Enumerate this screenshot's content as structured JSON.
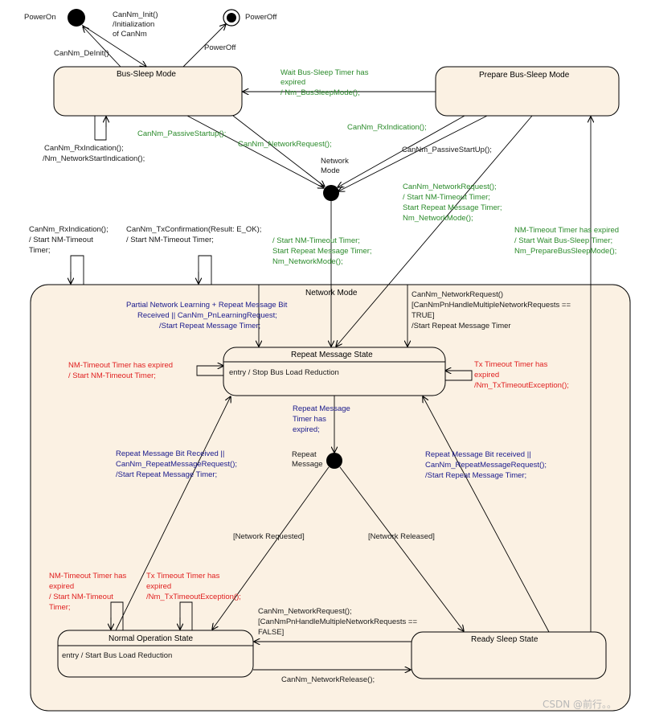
{
  "pseudo_states": {
    "power_on": "PowerOn",
    "power_off": "PowerOff",
    "network_mode_junction": [
      "Network",
      "Mode"
    ],
    "repeat_message_junction": [
      "Repeat",
      "Message"
    ]
  },
  "states": {
    "bus_sleep": "Bus-Sleep Mode",
    "prepare_bus_sleep": "Prepare Bus-Sleep Mode",
    "network_mode": "Network Mode",
    "repeat_message": "Repeat Message State",
    "repeat_message_entry": "entry / Stop Bus Load Reduction",
    "normal_operation": "Normal Operation State",
    "normal_operation_entry": "entry / Start Bus Load Reduction",
    "ready_sleep": "Ready Sleep State"
  },
  "transitions": {
    "init": [
      "CanNm_Init()",
      "/Initialization",
      "of CanNm"
    ],
    "deinit": "CanNm_DeInit()",
    "poweroff": "PowerOff",
    "wait_bus_sleep_expired": [
      "Wait Bus-Sleep Timer has",
      "expired",
      "/ Nm_BusSleepMode();"
    ],
    "bus_sleep_rx": [
      "CanNm_RxIndication();",
      "/Nm_NetworkStartIndication();"
    ],
    "passive_startup_green": "CanNm_PassiveStartup();",
    "network_request_green": "CanNm_NetworkRequest();",
    "prepare_rx": "CanNm_RxIndication();",
    "prepare_passive_startup": "CanNm_PassiveStartUp();",
    "prepare_network_request": [
      "CanNm_NetworkRequest();",
      "/ Start NM-Timeout Timer;",
      "Start Repeat Message Timer;",
      "Nm_NetworkMode();"
    ],
    "junction_to_network": [
      "/ Start NM-Timeout Timer;",
      "Start Repeat Message Timer;",
      "Nm_NetworkMode();"
    ],
    "nm_rx_self": [
      "CanNm_RxIndication();",
      "/ Start NM-Timeout",
      "Timer;"
    ],
    "nm_tx_conf_self": [
      "CanNm_TxConfirmation(Result: E_OK);",
      "/ Start NM-Timeout Timer;"
    ],
    "ready_sleep_nm_timeout": [
      "NM-Timeout Timer has expired",
      "/ Start Wait Bus-Sleep Timer;",
      "Nm_PrepareBusSleepMode();"
    ],
    "partial_network": [
      "Partial Network Learning + Repeat Message Bit",
      "Received || CanNm_PnLearningRequest;",
      "/Start Repeat Message Timer;"
    ],
    "network_request_multi_true": [
      "CanNm_NetworkRequest()",
      "[CanNmPnHandleMultipleNetworkRequests ==",
      "TRUE]",
      "/Start Repeat Message Timer"
    ],
    "repeat_nm_timeout": [
      "NM-Timeout Timer has expired",
      "/ Start NM-Timeout Timer;"
    ],
    "repeat_tx_timeout": [
      "Tx Timeout Timer has",
      "expired",
      "/Nm_TxTimeoutException();"
    ],
    "repeat_timer_expired": [
      "Repeat Message",
      "Timer has",
      "expired;"
    ],
    "normal_to_repeat": [
      "Repeat Message Bit Received ||",
      "CanNm_RepeatMessageRequest();",
      "/Start Repeat Message Timer;"
    ],
    "ready_to_repeat": [
      "Repeat Message Bit received ||",
      "CanNm_RepeatMessageRequest();",
      "/Start Repeat Message Timer;"
    ],
    "guard_requested": "[Network Requested]",
    "guard_released": "[Network Released]",
    "normal_nm_timeout": [
      "NM-Timeout Timer has",
      "expired",
      "/ Start NM-Timeout",
      "Timer;"
    ],
    "normal_tx_timeout": [
      "Tx Timeout Timer has",
      "expired",
      "/Nm_TxTimeoutException();"
    ],
    "ready_network_request_false": [
      "CanNm_NetworkRequest();",
      "[CanNmPnHandleMultipleNetworkRequests ==",
      "FALSE]"
    ],
    "network_release": "CanNm_NetworkRelease();"
  },
  "watermark": "CSDN @前行。。",
  "colors": {
    "state_fill": "#fbf1e3",
    "green_label": "#2a8a2a",
    "blue_label": "#1a1a8c",
    "red_label": "#e02020"
  }
}
